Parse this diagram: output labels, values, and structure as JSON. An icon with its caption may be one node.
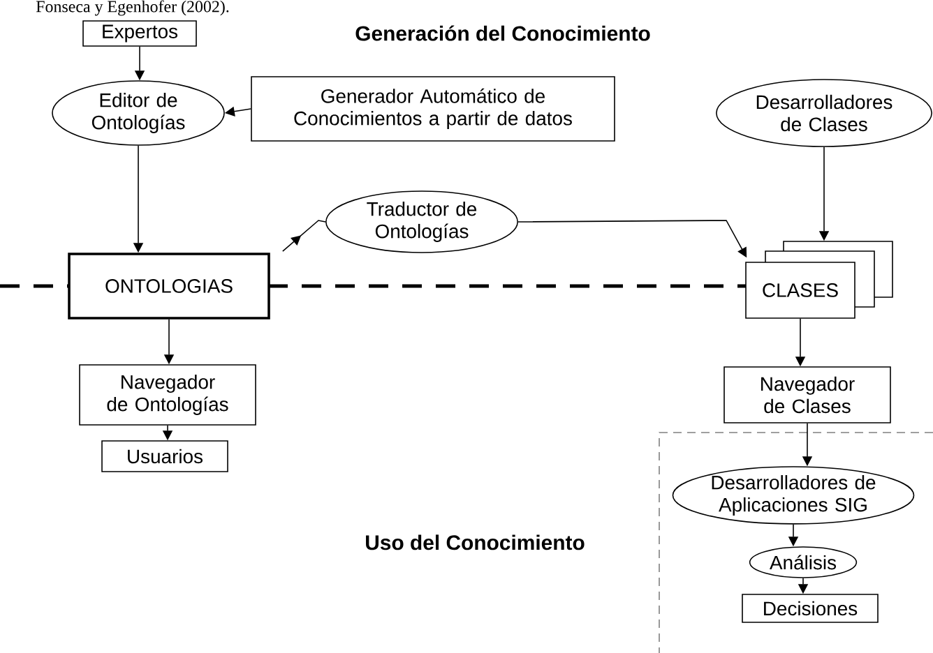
{
  "diagram": {
    "nodes": [
      {
        "text": [
          "Expertos"
        ]
      },
      {
        "text": [
          "Editor de Ontologías"
        ]
      },
      {
        "text": [
          "Generador Automático de Conocimientos a partir de datos"
        ]
      },
      {
        "text": [
          "Desarrolladores de Clases"
        ]
      },
      {
        "text": [
          "Traductor de Ontologías"
        ]
      },
      {
        "text": [
          "ONTOLOGIAS"
        ]
      },
      {
        "text": [
          "CLASES"
        ]
      },
      {
        "text": [
          "Navegador de Ontologías"
        ]
      },
      {
        "text": [
          "Usuarios"
        ]
      },
      {
        "text": [
          "Navegador de Clases"
        ]
      },
      {
        "text": [
          "Desarrolladores de Aplicaciones SIG"
        ]
      },
      {
        "text": [
          "Análisis"
        ]
      },
      {
        "text": [
          "Decisiones"
        ]
      }
    ],
    "edges": [
      {
        "from": 0,
        "to": 1,
        "arrow": "to"
      },
      {
        "from": 2,
        "to": 1,
        "arrow": "to"
      },
      {
        "from": 1,
        "to": 5,
        "arrow": "to"
      },
      {
        "from": 5,
        "to": 4,
        "arrow": "to"
      },
      {
        "from": 4,
        "to": 6,
        "arrow": "to"
      },
      {
        "from": 3,
        "to": 6,
        "arrow": "to"
      },
      {
        "from": 5,
        "to": 7,
        "arrow": "to"
      },
      {
        "from": 7,
        "to": 8,
        "arrow": "to"
      },
      {
        "from": 6,
        "to": 9,
        "arrow": "to"
      },
      {
        "from": 9,
        "to": 10,
        "arrow": "to"
      },
      {
        "from": 10,
        "to": 11,
        "arrow": "to"
      },
      {
        "from": 11,
        "to": 12,
        "arrow": "to"
      }
    ],
    "labels": [
      "Fonseca y Egenhofer (2002).",
      "Generación del Conocimiento",
      "Uso del Conocimiento"
    ]
  }
}
